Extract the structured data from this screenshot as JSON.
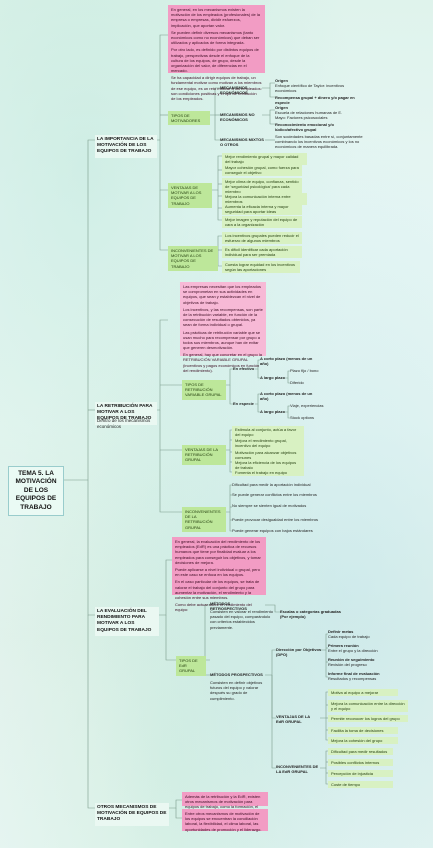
{
  "title": "TEMA 5. LA MOTIVACIÓN DE LOS EQUIPOS DE TRABAJO",
  "sections": {
    "importancia": "LA IMPORTANCIA DE LA MOTIVACIÓN DE LOS EQUIPOS DE TRABAJO",
    "retribucion": "LA RETRIBUCIÓN PARA MOTIVAR A LOS EQUIPOS DE TRABAJO",
    "retribucion_sub": "Dentro de los mecanismos económicos",
    "evaluacion": "LA EVALUACIÓN DEL RENDIMIENTO PARA MOTIVAR A LOS EQUIPOS DE TRABAJO",
    "otros": "OTROS MECANISMOS DE MOTIVACIÓN DE EQUIPOS DE TRABAJO"
  },
  "importancia": {
    "intro1": "En general, en los mecanismos existen la motivación de los empleados (profesionales) de la empresa o empresas, dividir esfuerzos, implicación, que aportan valor.",
    "intro2": "Se pueden definir diversos mecanismos (tanto económicos como no económicos) que deban ser utilizados y aplicados de forma integrada.",
    "intro3": "Por otro lado, es definido por distintos equipos de trabajo, perspectivas desde el enfoque de la cultura de los equipos, de grupo, desde la organización del valor, de diferencias en el mercado.",
    "intro4": "Se ha capacidad a dirigir equipos de trabajo, un fundamental motivar como motivan a los miembros de ese equipo, es un reto motivar a los empleados: son condiciones positivas y el tipo de retribución de los empleados.",
    "tipos": "TIPOS DE MOTIVADORES",
    "mec_econ": "MECANISMOS ECONÓMICOS",
    "mec_no_econ": "MECANISMOS NO ECONÓMICOS",
    "mec_motiv": "MECANISMOS MIXTOS O OTROS",
    "origen_label": "Origen",
    "origen1": "Enfoque científico de Taylor: incentivos económicos",
    "recompensa": "Recompensa grupal + dinero y/o pagar en especie",
    "origen2": "Escuela de relaciones humanas de E. Mayo: Factores psicosociales",
    "recompensa2": "Reconocimiento emocional y/o lúdico/afectivo grupal",
    "mixtos_desc": "Son sociedades basadas entre sí, conjuntamente combinando los incentivos económicos y los no económicos de manera equilibrada.",
    "ventajas": "VENTAJAS DE MOTIVAR A LOS EQUIPOS DE TRABAJO",
    "v1": "Mejor rendimiento grupal y mayor calidad del trabajo",
    "v2": "Mayor cohesión grupal, como fuerza para conseguir el objetivo",
    "v3": "Mejor clima de equipo, confianza, sentido de 'seguridad psicológica' para cada miembro",
    "v4": "Mejora la comunicación interna entre miembros",
    "v5": "Aumenta la eficacia interna y mayor seguridad para aportar ideas",
    "v6": "Mejor imagen y reputación del equipo de cara a la organización",
    "inconv": "INCONVENIENTES DE MOTIVAR A LOS EQUIPOS DE TRABAJO",
    "i1": "Los incentivos grupales pueden reducir el esfuerzo de algunos miembros",
    "i2": "Es difícil identificar cada aportación individual para ser premiada",
    "i3": "Cuesta lograr equidad en los incentivos según las aportaciones"
  },
  "retribucion": {
    "p1": "Las empresas necesitan que los empleados se comprometan en sus actividades en equipos, que sean y establezcan el nivel de objetivos de trabajo.",
    "p2": "Los incentivos, y las recompensas, son parte de la retribución variable, en función de la consecución de resultados obtenidos, ya sean de forma individual o grupal.",
    "p3": "Las prácticas de retribución variable que se usan mucho para recompensar por grupo a todos sus miembros, aunque han de evitar que generen desmotivación.",
    "p4": "En general, hay que concretar en el grupo la RETRIBUCIÓN VARIABLE GRUPAL (incentivos y pagos económicos en función del rendimiento).",
    "tipos": "TIPOS DE RETRIBUCIÓN VARIABLE GRUPAL",
    "efectivo": "En efectivo",
    "corto": "A corto plazo (menos de un año)",
    "largo": "A largo plazo",
    "plazo1": "Plazo fijo / bono",
    "plazo2": "Diferido",
    "especie": "En especie",
    "corto2": "A corto plazo (menos de un año)",
    "largo2": "A largo plazo",
    "plazo3": "Viaje, experiencias",
    "plazo4": "Stock options",
    "ventajas": "VENTAJAS DE LA RETRIBUCIÓN GRUPAL",
    "rv1": "Estimula al conjunto, actúa a favor del equipo",
    "rv2": "Mejora el rendimiento grupal, incentivo del equipo",
    "rv3": "Motivación para alcanzar objetivos comunes",
    "rv4": "Mejora la eficiencia de los equipos de trabajo",
    "rv5": "Fomenta el trabajo en equipo",
    "incon": "INCONVENIENTES DE LA RETRIBUCIÓN GRUPAL",
    "ri1": "Dificultad para medir la aportación individual",
    "ri2": "Se puede generar conflictos entre los miembros",
    "ri3": "No siempre se sienten igual de motivados",
    "ri4": "Puede provocar desigualdad entre los miembros",
    "ri5": "Puede generar equipos con bajos estándares"
  },
  "evaluacion": {
    "p1": "En general, la evaluación del rendimiento de los empleados (EdR) es una práctica de recursos humanos que tiene por finalidad evaluar a los empleados para conseguir los objetivos, y tomar decisiones de mejora.",
    "p2": "Puede aplicarse a nivel individual o grupal, pero en este caso se enfoca en los equipos.",
    "p3": "En el caso particular de los equipos, se trata de valorar el trabajo del conjunto del grupo para aumentar la motivación, el rendimiento y la cohesión entre sus miembros.",
    "p4": "Como debe actuar sobre el rendimiento del equipo:",
    "tipos": "TIPOS DE EdR GRUPAL",
    "perspectivos": "MÉTODOS RETROSPECTIVOS",
    "persp_desc": "Consisten en valorar el rendimiento pasado del equipo, comparándolo con criterios establecidos previamente.",
    "escalas": "Escalas o categorías graduadas (Por ejemplo)",
    "prospectivos": "MÉTODOS PROSPECTIVOS",
    "prosp_desc": "Consisten en definir objetivos futuros del equipo y valorar después su grado de cumplimiento.",
    "dpo": "Dirección por Objetivos (DPO)",
    "d1": "Definir metas",
    "d1b": "Cada equipo de trabajo",
    "d2": "Primera reunión",
    "d2b": "Entre el grupo y la dirección",
    "d3": "Reunión de seguimiento",
    "d3b": "Revisión del progreso",
    "d4": "Informe final de evaluación",
    "d4b": "Resultados y recompensas",
    "ventajas": "VENTAJAS DE LA EdR GRUPAL",
    "ev1": "Motiva al equipo a mejorar",
    "ev2": "Mejora la comunicación entre la dirección y el equipo",
    "ev3": "Permite reconocer los logros del grupo",
    "ev4": "Facilita la toma de decisiones",
    "ev5": "Mejora la cohesión del grupo",
    "reqs": "INCONVENIENTES DE LA EdR GRUPAL",
    "er1": "Dificultad para medir resultados",
    "er2": "Posibles conflictos internos",
    "er3": "Percepción de injusticia",
    "er4": "Coste de tiempo"
  },
  "otros": {
    "p1": "Además de la retribución y la EdR, existen otros mecanismos de motivación para equipos de trabajo, como la formación, el desarrollo profesional y el reconocimiento.",
    "p2": "Entre otros mecanismos de motivación de los equipos se encuentran la conciliación laboral, la flexibilidad, el clima laboral, las oportunidades de promoción y el liderazgo."
  }
}
